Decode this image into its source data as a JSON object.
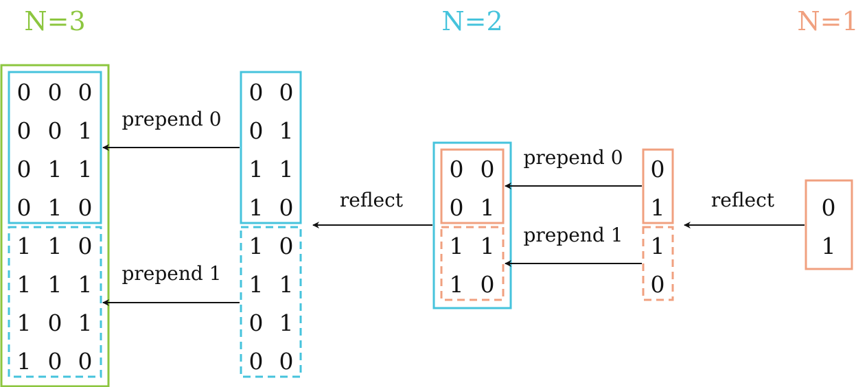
{
  "colors": {
    "n3": "#8cc63f",
    "n2": "#45c3dc",
    "n1": "#f0a07f",
    "arrow": "#111111"
  },
  "headers": {
    "n3": "N=3",
    "n2": "N=2",
    "n1": "N=1"
  },
  "n3_table": {
    "top": [
      [
        "0",
        "0",
        "0"
      ],
      [
        "0",
        "0",
        "1"
      ],
      [
        "0",
        "1",
        "1"
      ],
      [
        "0",
        "1",
        "0"
      ]
    ],
    "bottom": [
      [
        "1",
        "1",
        "0"
      ],
      [
        "1",
        "1",
        "1"
      ],
      [
        "1",
        "0",
        "1"
      ],
      [
        "1",
        "0",
        "0"
      ]
    ]
  },
  "n2_expanded": {
    "top": [
      [
        "0",
        "0"
      ],
      [
        "0",
        "1"
      ],
      [
        "1",
        "1"
      ],
      [
        "1",
        "0"
      ]
    ],
    "bottom": [
      [
        "1",
        "0"
      ],
      [
        "1",
        "1"
      ],
      [
        "0",
        "1"
      ],
      [
        "0",
        "0"
      ]
    ]
  },
  "n2_table": {
    "top": [
      [
        "0",
        "0"
      ],
      [
        "0",
        "1"
      ]
    ],
    "bottom": [
      [
        "1",
        "1"
      ],
      [
        "1",
        "0"
      ]
    ]
  },
  "n1_expanded": {
    "top": [
      [
        "0"
      ],
      [
        "1"
      ]
    ],
    "bottom": [
      [
        "1"
      ],
      [
        "0"
      ]
    ]
  },
  "n1_table": {
    "top": [
      [
        "0"
      ],
      [
        "1"
      ]
    ]
  },
  "labels": {
    "prepend0_left": "prepend 0",
    "prepend1_left": "prepend 1",
    "reflect_mid": "reflect",
    "prepend0_right": "prepend 0",
    "prepend1_right": "prepend 1",
    "reflect_right": "reflect"
  }
}
